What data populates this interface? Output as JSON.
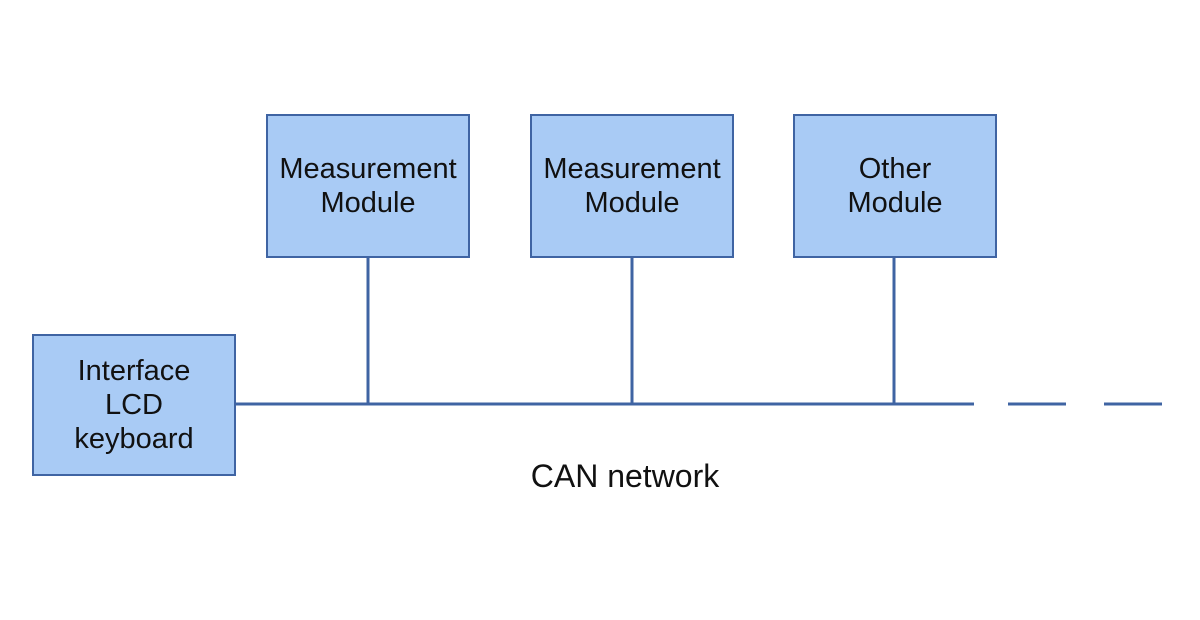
{
  "diagram": {
    "colors": {
      "box_fill": "#a9cbf5",
      "box_border": "#3f64a3",
      "wire": "#3f64a3"
    },
    "modules": [
      {
        "line1": "Measurement",
        "line2": "Module"
      },
      {
        "line1": "Measurement",
        "line2": "Module"
      },
      {
        "line1": "Other",
        "line2": "Module"
      }
    ],
    "interface": {
      "line1": "Interface",
      "line2": "LCD",
      "line3": "keyboard"
    },
    "network_label": "CAN network"
  }
}
